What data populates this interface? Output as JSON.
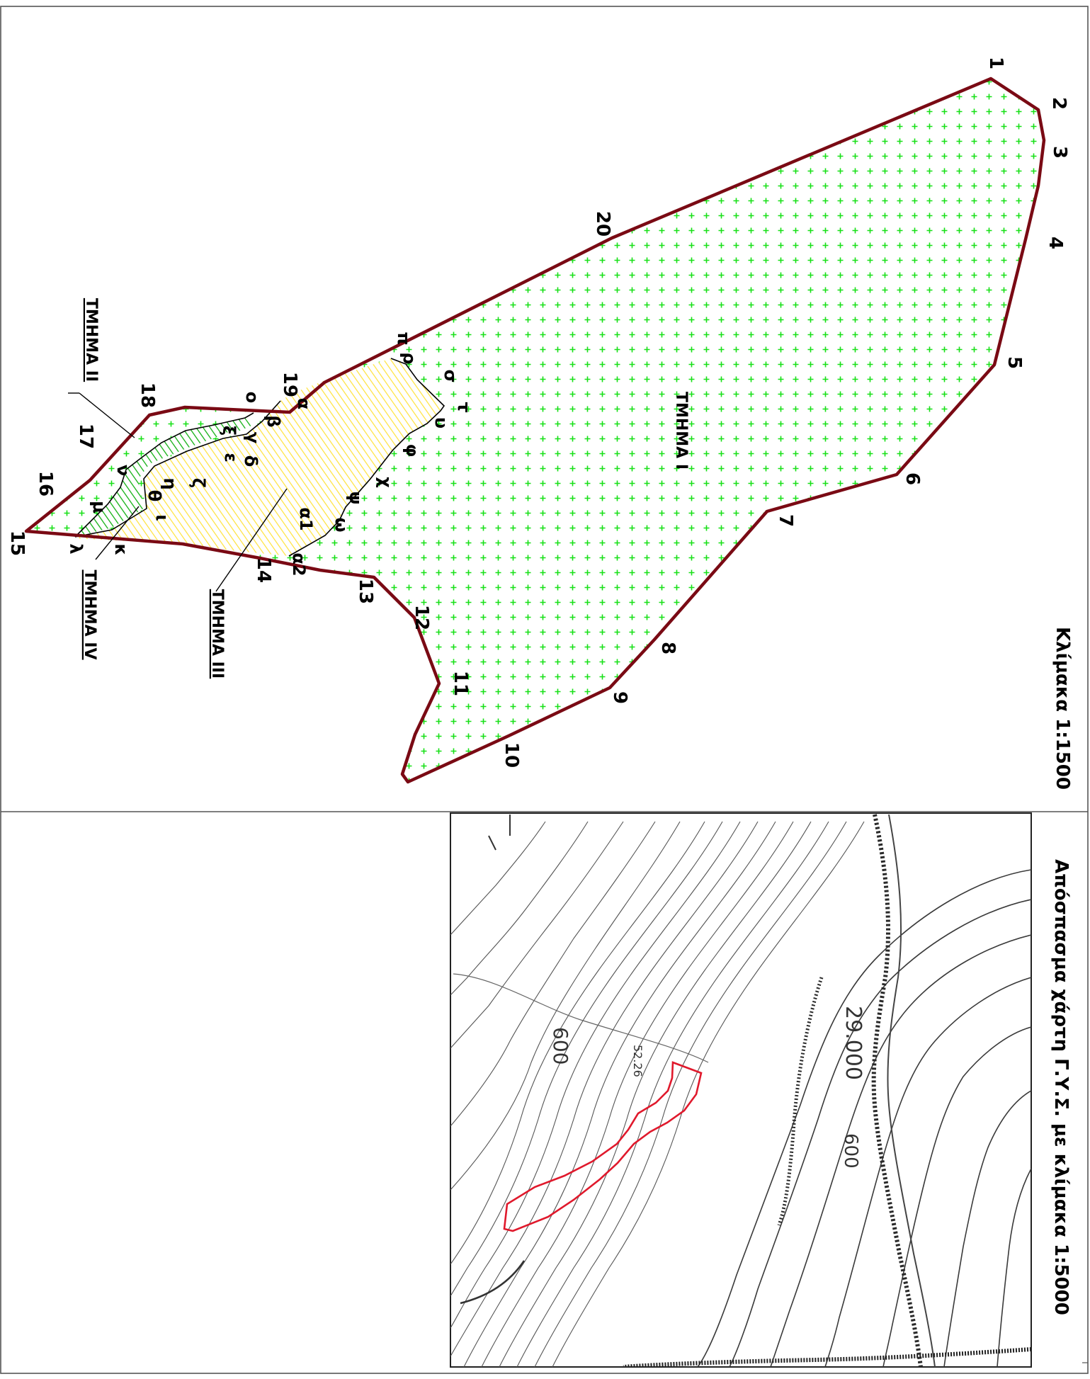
{
  "plan": {
    "scale_title": "Κλίμακα 1:1500",
    "sections": {
      "s1": "ΤΜΗΜΑ Ι",
      "s2": "ΤΜΗΜΑ ΙΙ",
      "s3": "ΤΜΗΜΑ ΙΙΙ",
      "s4": "ΤΜΗΜΑ ΙV"
    },
    "vertex_labels": [
      "1",
      "2",
      "3",
      "4",
      "5",
      "6",
      "7",
      "8",
      "9",
      "10",
      "11",
      "12",
      "13",
      "14",
      "15",
      "16",
      "17",
      "18",
      "19",
      "20"
    ],
    "inner_labels": [
      "π",
      "ρ",
      "σ",
      "τ",
      "υ",
      "φ",
      "χ",
      "ψ",
      "ω",
      "α1",
      "α2",
      "α",
      "β",
      "γ",
      "δ",
      "ε",
      "ζ",
      "η",
      "θ",
      "ι",
      "κ",
      "λ",
      "μ",
      "ν",
      "ξ",
      "ο"
    ],
    "colors": {
      "boundary": "#7a0a14",
      "fill_section_1": "#17e017",
      "fill_section_3": "#ffe23a",
      "hatch_section_4": "#12b012"
    }
  },
  "map_extract": {
    "title": "Απόσπασμα χάρτη Γ.Υ.Σ. με κλίμακα 1:5000",
    "contour_labels": [
      "29.000",
      "600",
      "600",
      "52.26"
    ],
    "colors": {
      "outline": "#e0192c"
    }
  }
}
